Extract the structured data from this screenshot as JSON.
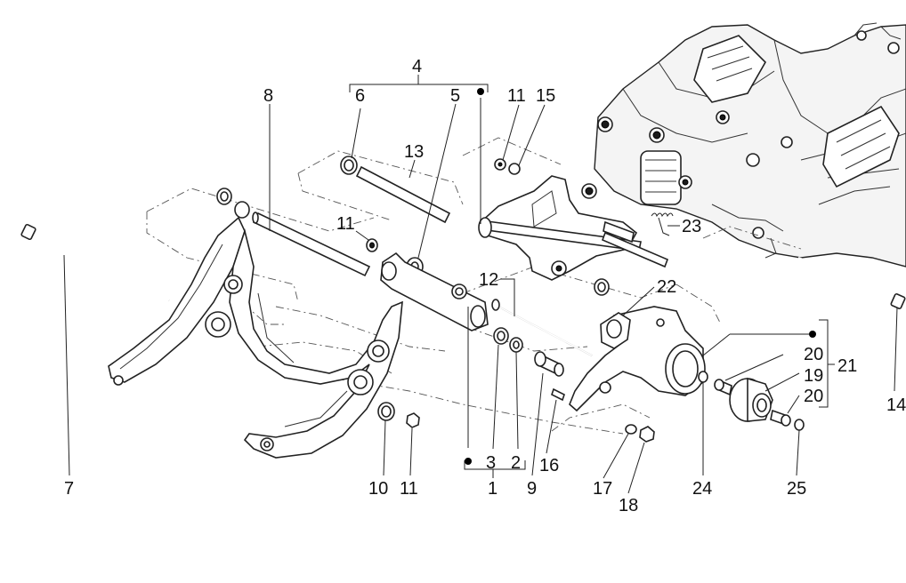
{
  "labels": {
    "l1": "1",
    "l2": "2",
    "l3": "3",
    "l4": "4",
    "l5": "5",
    "l6": "6",
    "l7": "7",
    "l8": "8",
    "l9": "9",
    "l10": "10",
    "l11a": "11",
    "l11b": "11",
    "l11c": "11",
    "l12": "12",
    "l13": "13",
    "l14": "14",
    "l15": "15",
    "l16": "16",
    "l17": "17",
    "l18": "18",
    "l19": "19",
    "l20a": "20",
    "l20b": "20",
    "l21": "21",
    "l22": "22",
    "l23": "23",
    "l24": "24",
    "l25": "25"
  },
  "icons": {
    "kit_marker": "filled-dot"
  }
}
